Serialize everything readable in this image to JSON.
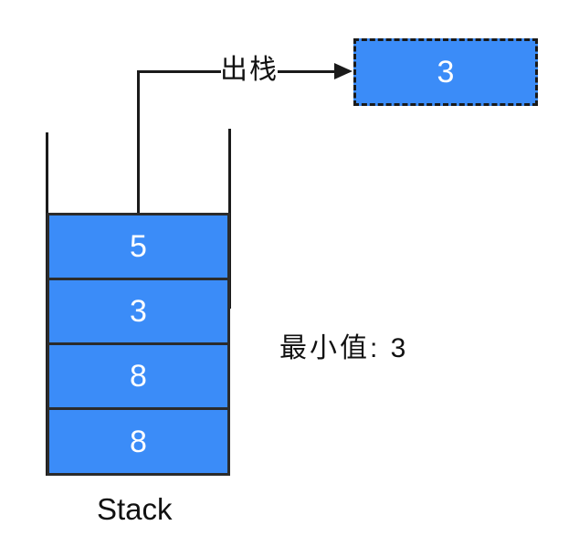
{
  "diagram": {
    "stack": {
      "label": "Stack",
      "items": [
        "5",
        "3",
        "8",
        "8"
      ]
    },
    "popped_box": {
      "value": "3"
    },
    "arrow_label": "出栈",
    "annotation": "最小值: 3",
    "colors": {
      "background": "#ffffff",
      "box_fill": "#3b8cf8",
      "box_border": "#2b2b2b",
      "line": "#1a1a1a",
      "text_on_box": "#ffffff",
      "text": "#111111"
    }
  }
}
